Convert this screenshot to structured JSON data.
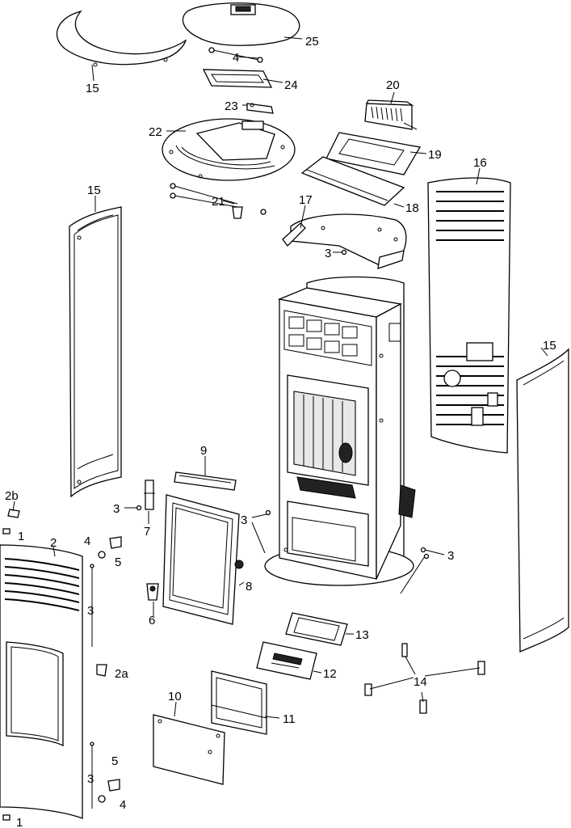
{
  "callouts": [
    {
      "id": "c25",
      "text": "25"
    },
    {
      "id": "c15a",
      "text": "15"
    },
    {
      "id": "c4a",
      "text": "4"
    },
    {
      "id": "c24",
      "text": "24"
    },
    {
      "id": "c20",
      "text": "20"
    },
    {
      "id": "c23",
      "text": "23"
    },
    {
      "id": "c22",
      "text": "22"
    },
    {
      "id": "c19",
      "text": "19"
    },
    {
      "id": "c16",
      "text": "16"
    },
    {
      "id": "c15b",
      "text": "15"
    },
    {
      "id": "c21",
      "text": "21"
    },
    {
      "id": "c17",
      "text": "17"
    },
    {
      "id": "c18",
      "text": "18"
    },
    {
      "id": "c3a",
      "text": "3"
    },
    {
      "id": "c15c",
      "text": "15"
    },
    {
      "id": "c9",
      "text": "9"
    },
    {
      "id": "c2b",
      "text": "2b"
    },
    {
      "id": "c3b",
      "text": "3"
    },
    {
      "id": "c7",
      "text": "7"
    },
    {
      "id": "c3c",
      "text": "3"
    },
    {
      "id": "c1a",
      "text": "1"
    },
    {
      "id": "c2",
      "text": "2"
    },
    {
      "id": "c4b",
      "text": "4"
    },
    {
      "id": "c5a",
      "text": "5"
    },
    {
      "id": "c3d",
      "text": "3"
    },
    {
      "id": "c8",
      "text": "8"
    },
    {
      "id": "c6",
      "text": "6"
    },
    {
      "id": "c3e",
      "text": "3"
    },
    {
      "id": "c13",
      "text": "13"
    },
    {
      "id": "c2a",
      "text": "2a"
    },
    {
      "id": "c12",
      "text": "12"
    },
    {
      "id": "c14",
      "text": "14"
    },
    {
      "id": "c10",
      "text": "10"
    },
    {
      "id": "c11",
      "text": "11"
    },
    {
      "id": "c5b",
      "text": "5"
    },
    {
      "id": "c3f",
      "text": "3"
    },
    {
      "id": "c4c",
      "text": "4"
    },
    {
      "id": "c1b",
      "text": "1"
    }
  ]
}
